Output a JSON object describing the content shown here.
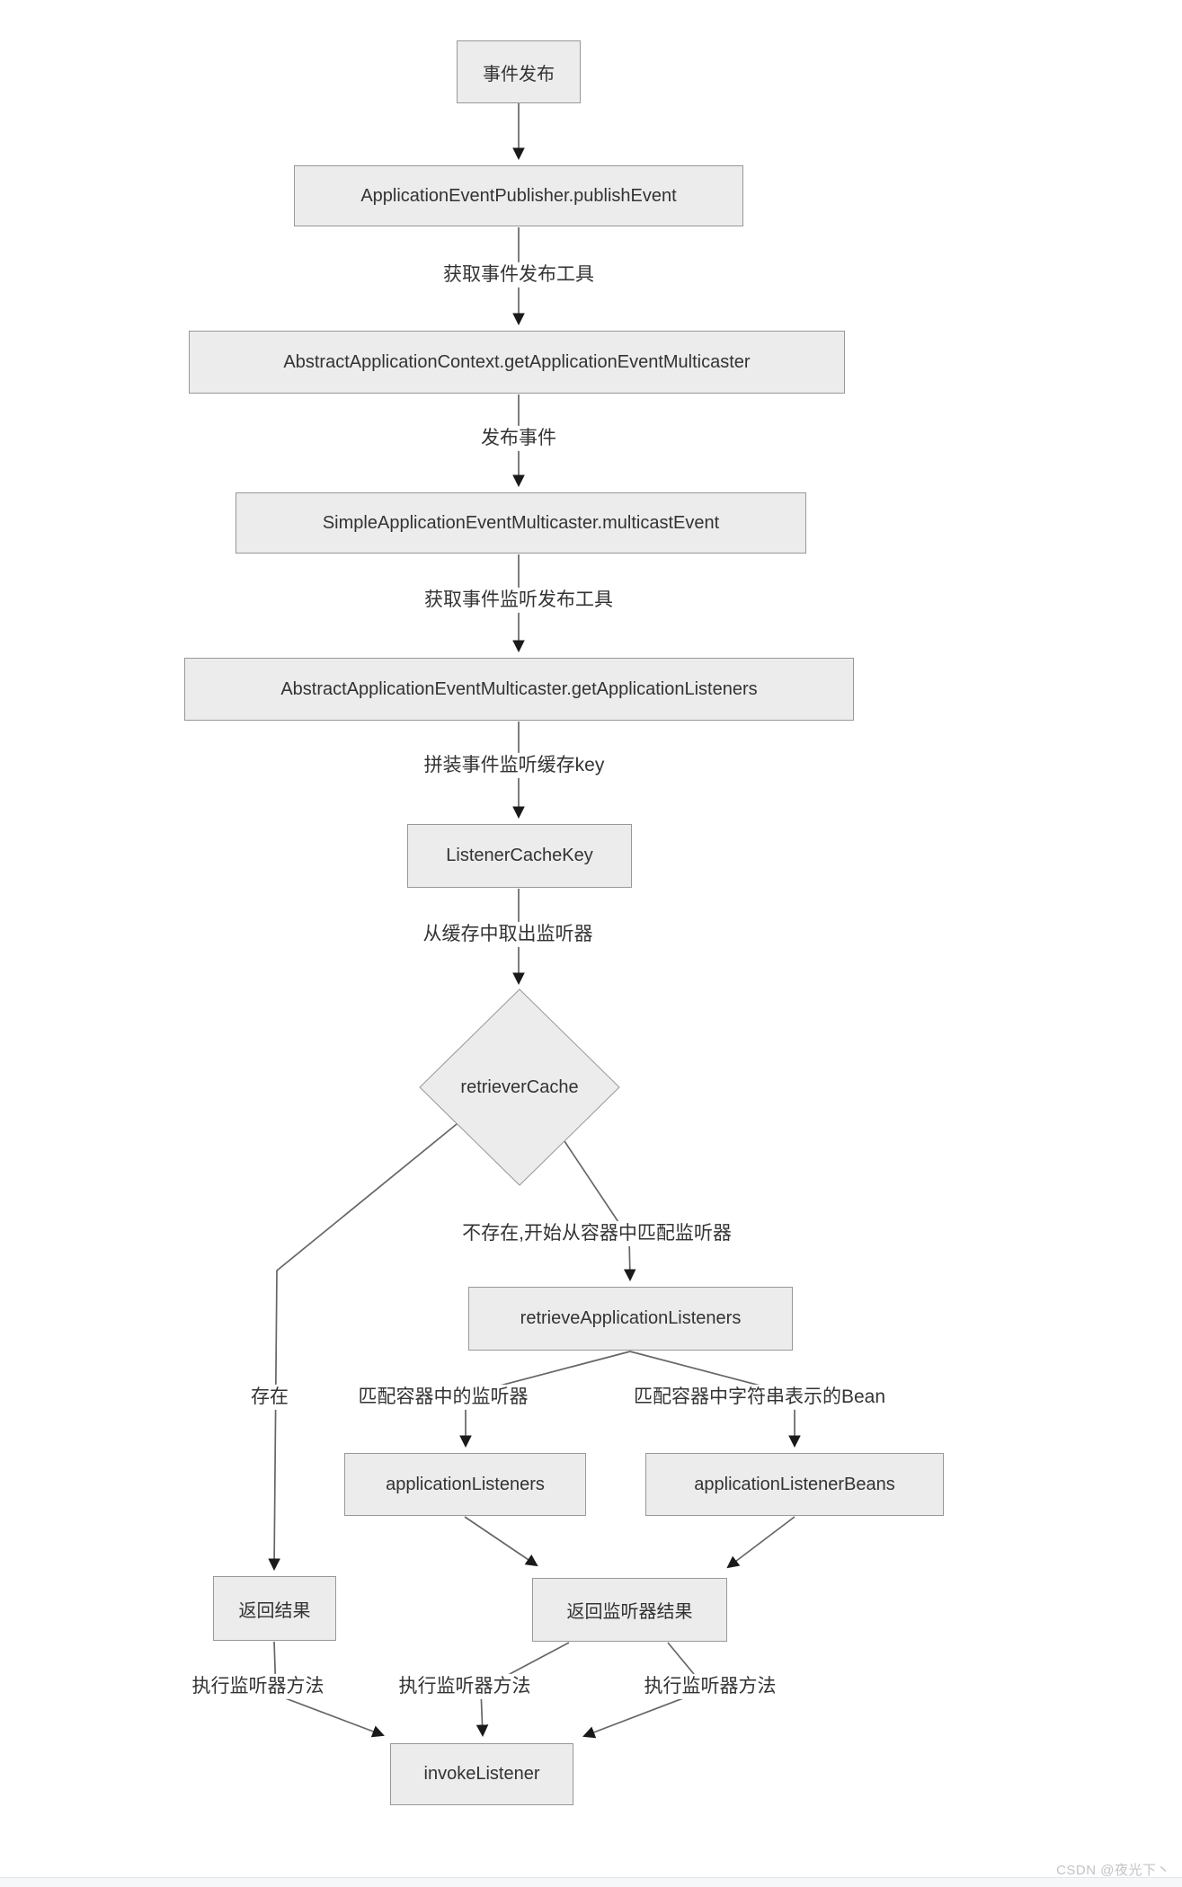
{
  "diagram": {
    "nodes": {
      "event_publish": {
        "label": "事件发布",
        "shape": "rect"
      },
      "publish_event": {
        "label": "ApplicationEventPublisher.publishEvent",
        "shape": "rect"
      },
      "get_multicaster": {
        "label": "AbstractApplicationContext.getApplicationEventMulticaster",
        "shape": "rect"
      },
      "multicast_event": {
        "label": "SimpleApplicationEventMulticaster.multicastEvent",
        "shape": "rect"
      },
      "get_listeners": {
        "label": "AbstractApplicationEventMulticaster.getApplicationListeners",
        "shape": "rect"
      },
      "listener_cache_key": {
        "label": "ListenerCacheKey",
        "shape": "rect"
      },
      "retriever_cache": {
        "label": "retrieverCache",
        "shape": "diamond"
      },
      "retrieve_application_listeners": {
        "label": "retrieveApplicationListeners",
        "shape": "rect"
      },
      "application_listeners": {
        "label": "applicationListeners",
        "shape": "rect"
      },
      "application_listener_beans": {
        "label": "applicationListenerBeans",
        "shape": "rect"
      },
      "return_result": {
        "label": "返回结果",
        "shape": "rect"
      },
      "return_listener_result": {
        "label": "返回监听器结果",
        "shape": "rect"
      },
      "invoke_listener": {
        "label": "invokeListener",
        "shape": "rect"
      }
    },
    "edge_labels": {
      "get_publish_tool": "获取事件发布工具",
      "publish": "发布事件",
      "get_listen_tool": "获取事件监听发布工具",
      "assemble_cache_key": "拼装事件监听缓存key",
      "fetch_from_cache": "从缓存中取出监听器",
      "not_exist": "不存在,开始从容器中匹配监听器",
      "exist": "存在",
      "match_listeners": "匹配容器中的监听器",
      "match_beans": "匹配容器中字符串表示的Bean",
      "invoke_method_left": "执行监听器方法",
      "invoke_method_mid": "执行监听器方法",
      "invoke_method_right": "执行监听器方法"
    },
    "colors": {
      "node_fill": "#ececec",
      "node_border": "#989898",
      "edge": "#666666",
      "arrow": "#1a1a1a",
      "text": "#333333"
    }
  },
  "watermark": {
    "text": "CSDN @夜光下丶"
  }
}
